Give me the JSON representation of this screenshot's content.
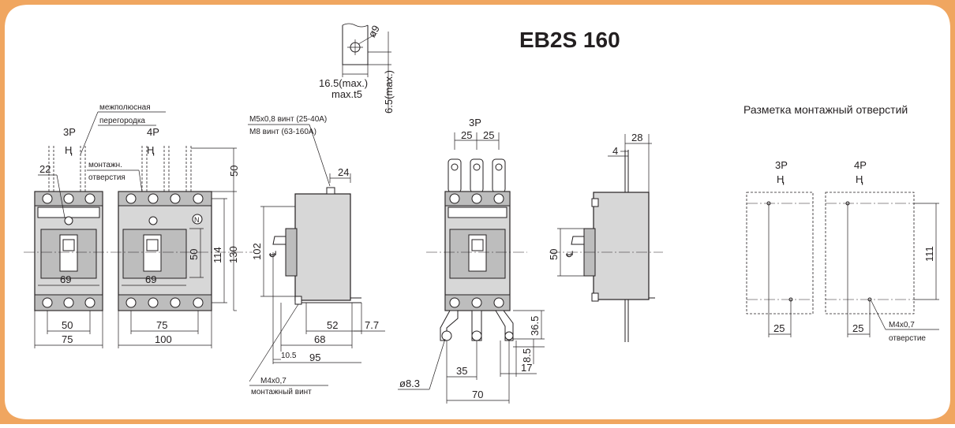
{
  "title": "EB2S 160",
  "colors": {
    "border": "#f0a660",
    "line": "#231f20",
    "body_fill": "#d7d7d7",
    "background": "#ffffff"
  },
  "terminal_detail": {
    "dia": "ø9",
    "width": "16.5(max.)",
    "thickness": "max.t5",
    "edge": "6.5(max.)"
  },
  "front_view": {
    "label_3p": "3P",
    "label_4p": "4P",
    "barrier": [
      "межполюсная",
      "перегородка"
    ],
    "mount_hole": [
      "монтажн.",
      "отверстия"
    ],
    "dim_22": "22",
    "dim_69_3p": "69",
    "dim_69_4p": "69",
    "dim_50_3p": "50",
    "dim_75_3p": "75",
    "dim_75_4p": "75",
    "dim_100": "100",
    "dim_50_top": "50",
    "dim_50_mid": "50",
    "dim_114": "114",
    "dim_130": "130"
  },
  "side_view": {
    "screw1": "M5x0,8 винт (25-40A)",
    "screw2": "M8 винт (63-160A)",
    "dim_24": "24",
    "dim_102": "102",
    "dim_52": "52",
    "dim_7_7": "7.7",
    "dim_68": "68",
    "dim_10_5": "10.5",
    "dim_95": "95",
    "mount_screw": [
      "M4x0,7",
      "монтажный винт"
    ]
  },
  "rear_view": {
    "label_3p": "3P",
    "dim_25a": "25",
    "dim_25b": "25",
    "dim_50": "50",
    "dim_36_5": "36.5",
    "dim_8_5": "8.5",
    "dim_17": "17",
    "dim_35": "35",
    "dim_70": "70",
    "dim_dia": "ø8.3"
  },
  "rear_side": {
    "dim_4": "4",
    "dim_28": "28"
  },
  "mounting": {
    "heading": "Разметка монтажный отверстий",
    "label_3p": "3P",
    "label_4p": "4P",
    "dim_111": "111",
    "dim_25a": "25",
    "dim_25b": "25",
    "hole": [
      "M4x0,7",
      "отверстие"
    ]
  }
}
